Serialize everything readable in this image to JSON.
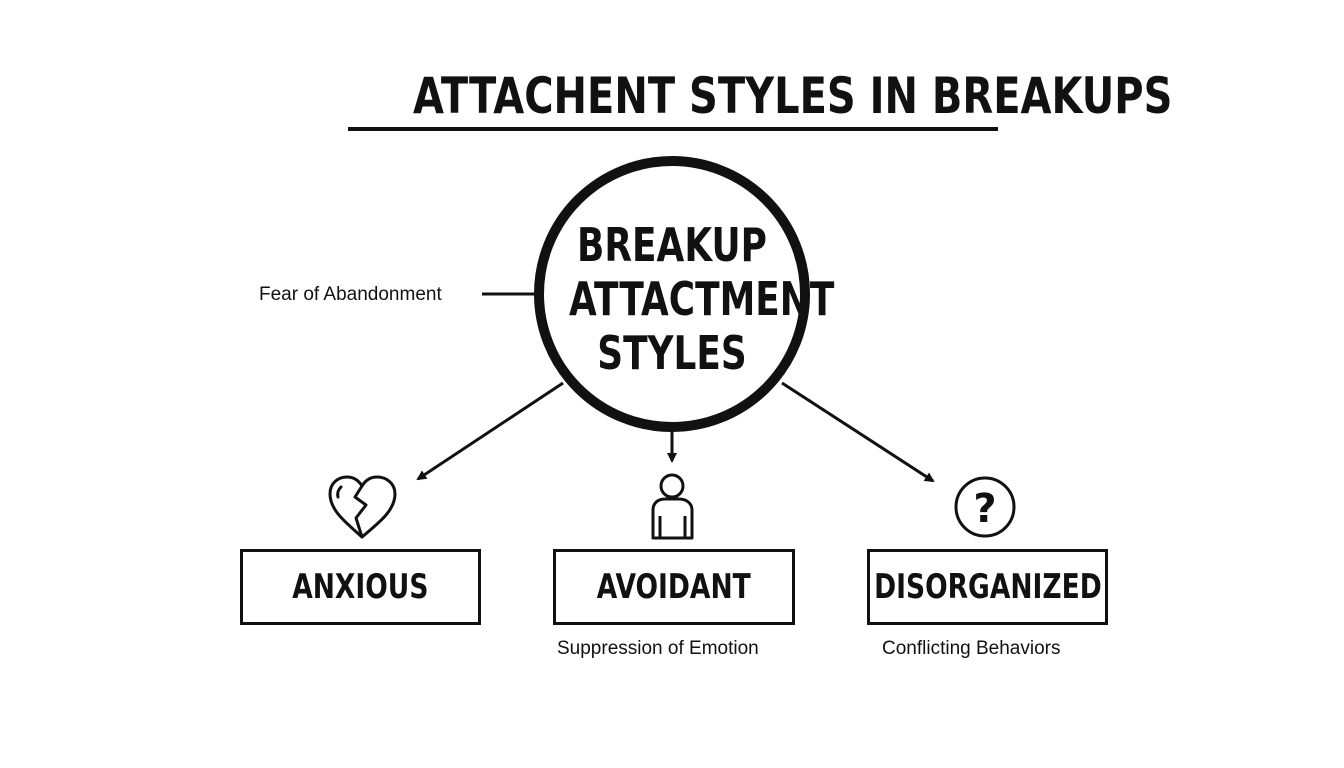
{
  "title": "ATTACHENT STYLES IN BREAKUPS",
  "center": {
    "line1": "BREAKUP",
    "line2": "ATTACTMENT",
    "line3": "STYLES"
  },
  "side_label": "Fear of Abandonment",
  "styles": [
    {
      "label": "ANXIOUS",
      "caption": "",
      "icon": "broken-heart-icon"
    },
    {
      "label": "AVOIDANT",
      "caption": "Suppression of Emotion",
      "icon": "person-icon"
    },
    {
      "label": "DISORGANIZED",
      "caption": "Conflicting Behaviors",
      "icon": "question-mark-icon"
    }
  ]
}
